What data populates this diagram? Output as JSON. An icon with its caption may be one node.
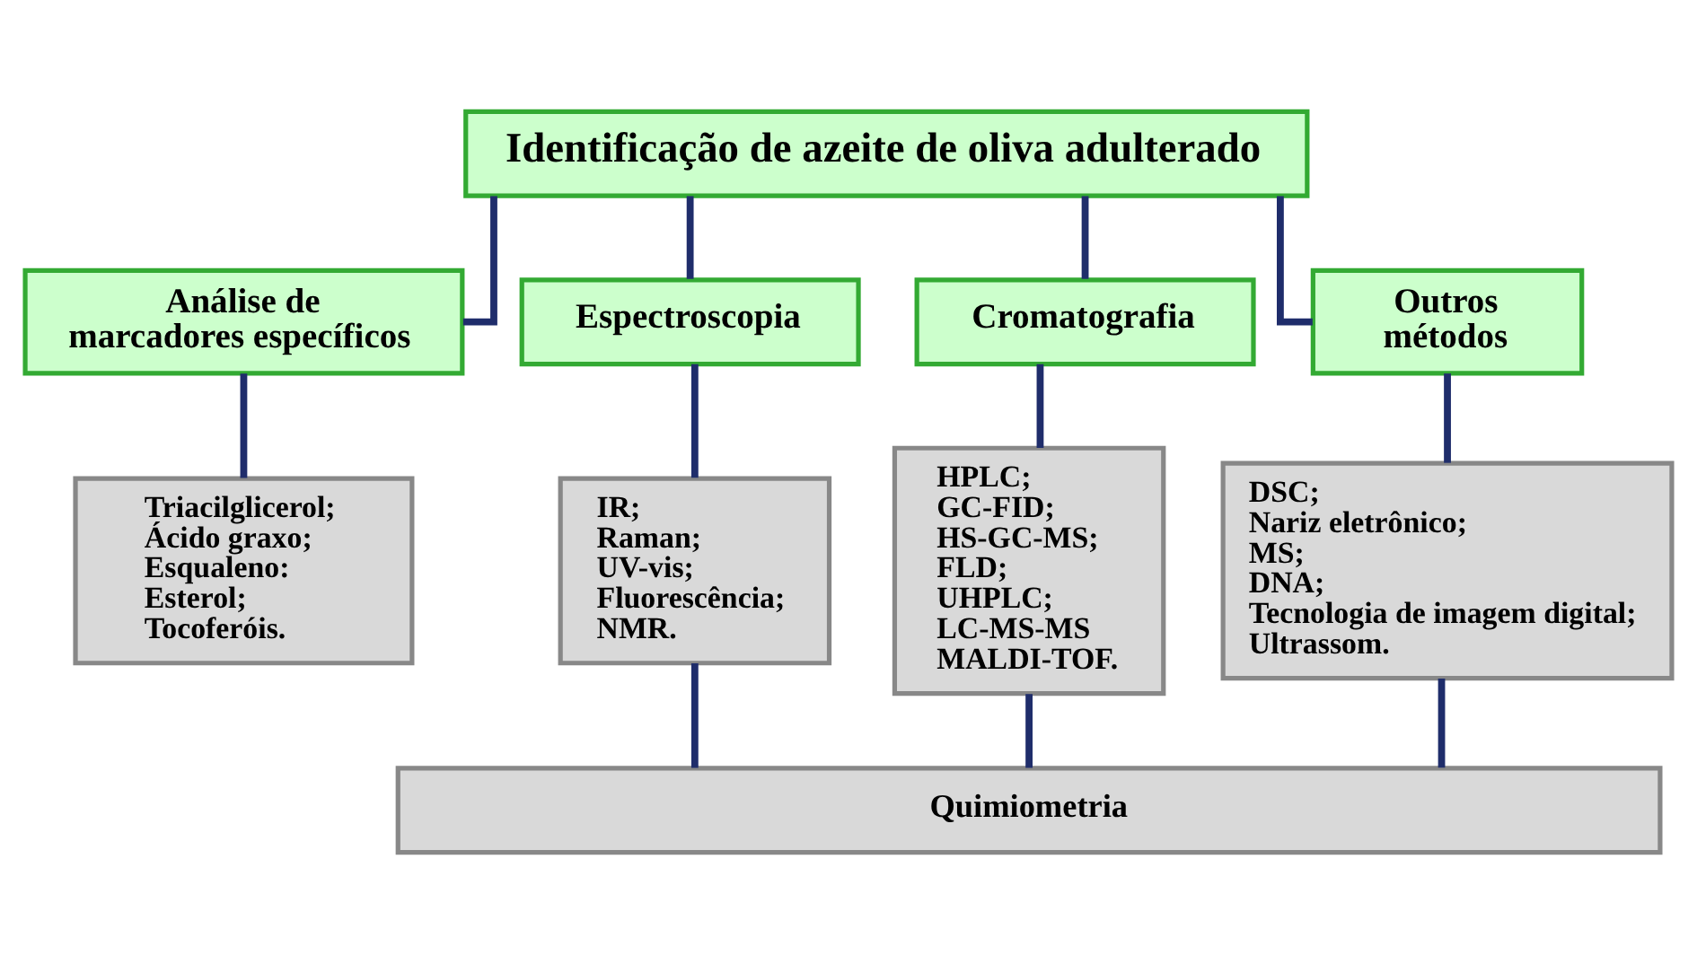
{
  "diagram": {
    "nodes": [
      {
        "text": [
          "Identificação de azeite de oliva adulterado"
        ]
      },
      {
        "text": [
          "Análise de marcadores específicos"
        ]
      },
      {
        "text": [
          "Espectroscopia"
        ]
      },
      {
        "text": [
          "Cromatografia"
        ]
      },
      {
        "text": [
          "Outros métodos"
        ]
      },
      {
        "text": [
          "Triacilglicerol;",
          "Ácido graxo;",
          "Esqualeno:",
          "Esterol;",
          "Tocoferóis."
        ]
      },
      {
        "text": [
          "IR;",
          "Raman;",
          "UV-vis;",
          "Fluorescência;",
          "NMR."
        ]
      },
      {
        "text": [
          "HPLC;",
          "GC-FID;",
          "HS-GC-MS;",
          "FLD;",
          "UHPLC;",
          "LC-MS-MS",
          "MALDI-TOF."
        ]
      },
      {
        "text": [
          "DSC;",
          "Nariz eletrônico;",
          "MS;",
          "DNA;",
          "Tecnologia de imagem digital;",
          "Ultrassom."
        ]
      },
      {
        "text": [
          "Quimiometria"
        ]
      }
    ],
    "edges": [
      {
        "from": 0,
        "to": 1,
        "arrow": "none"
      },
      {
        "from": 0,
        "to": 2,
        "arrow": "none"
      },
      {
        "from": 0,
        "to": 3,
        "arrow": "none"
      },
      {
        "from": 0,
        "to": 4,
        "arrow": "none"
      },
      {
        "from": 1,
        "to": 5,
        "arrow": "none"
      },
      {
        "from": 2,
        "to": 6,
        "arrow": "none"
      },
      {
        "from": 3,
        "to": 7,
        "arrow": "none"
      },
      {
        "from": 4,
        "to": 8,
        "arrow": "none"
      },
      {
        "from": 6,
        "to": 9,
        "arrow": "none"
      },
      {
        "from": 7,
        "to": 9,
        "arrow": "none"
      },
      {
        "from": 8,
        "to": 9,
        "arrow": "none"
      }
    ]
  }
}
